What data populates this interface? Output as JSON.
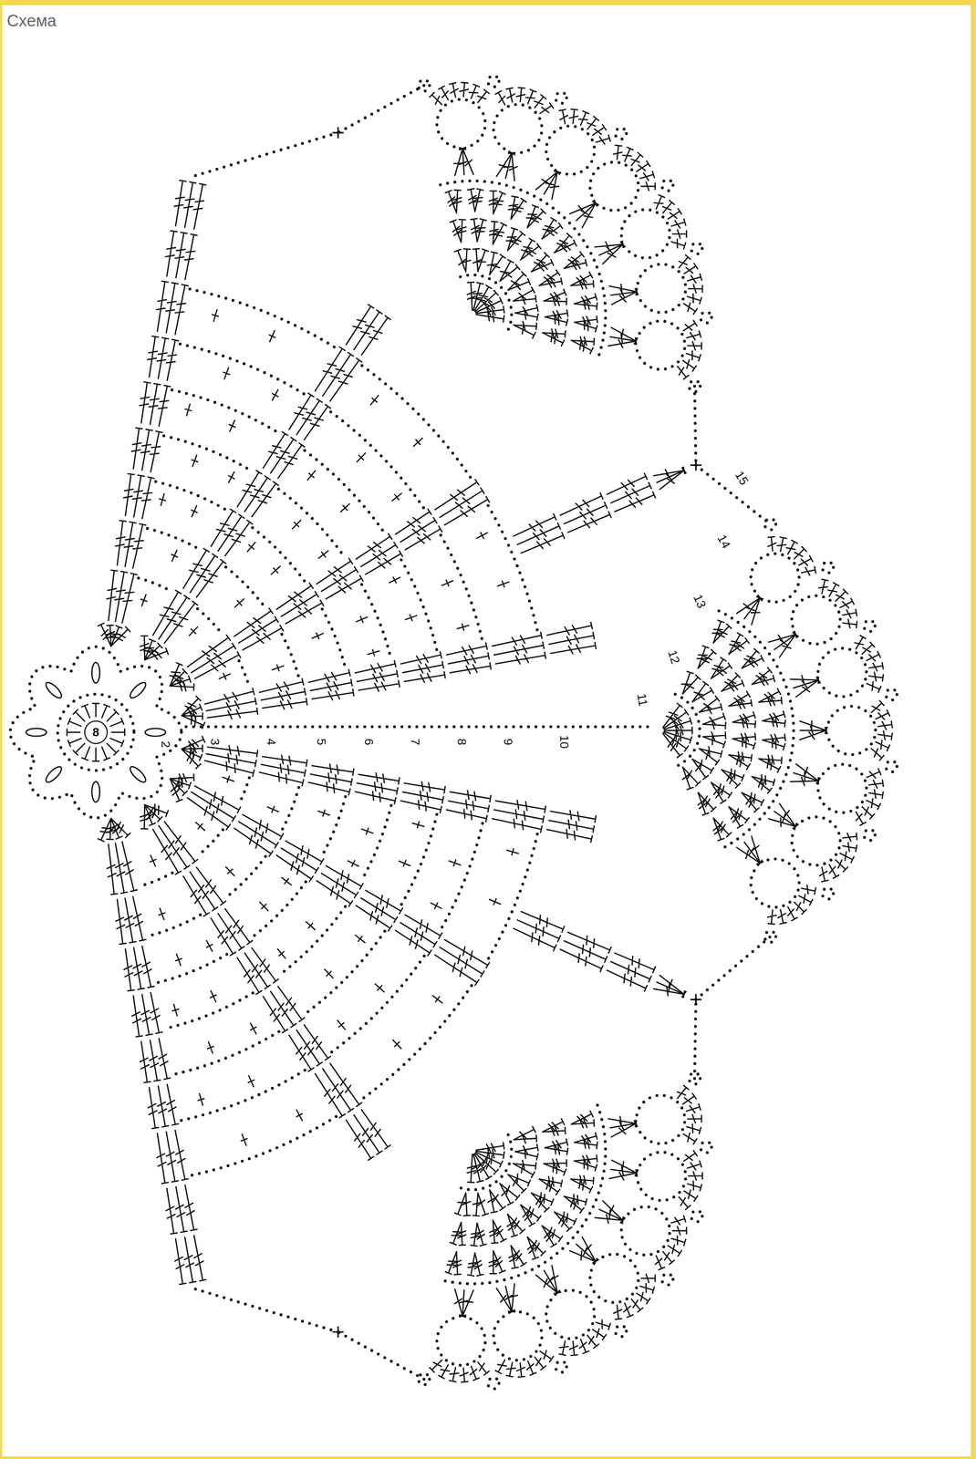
{
  "diagram": {
    "title": "Схема",
    "nodes": [
      {
        "text": [
          "8"
        ]
      }
    ],
    "labels": [
      "2",
      "3",
      "4",
      "5",
      "6",
      "7",
      "8",
      "9",
      "10",
      "11",
      "12",
      "13",
      "14",
      "15"
    ]
  }
}
